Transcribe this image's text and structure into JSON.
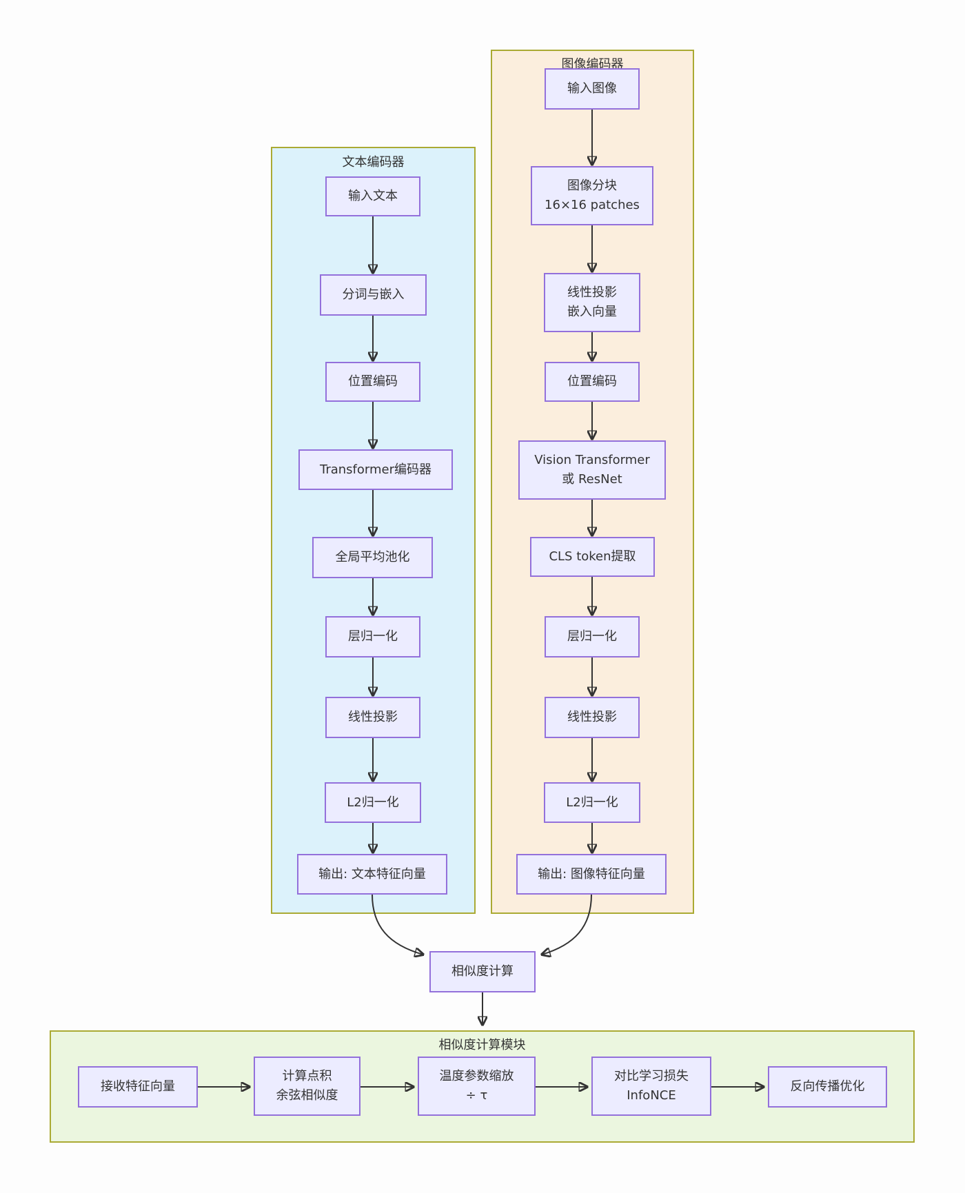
{
  "diagram_title": "CLIP dual-encoder flowchart",
  "colors": {
    "node_fill": "#ececff",
    "node_border": "#9370db",
    "container_border": "#aaaa33",
    "text_encoder_fill": "#dcf2fb",
    "image_encoder_fill": "#fbeedd",
    "similarity_module_fill": "#ebf6df",
    "arrow": "#333333",
    "text": "#333333",
    "background": "#fdfdfd"
  },
  "text_encoder": {
    "title": "文本编码器",
    "nodes": [
      {
        "label": "输入文本"
      },
      {
        "label": "分词与嵌入"
      },
      {
        "label": "位置编码"
      },
      {
        "label": "Transformer编码器"
      },
      {
        "label": "全局平均池化"
      },
      {
        "label": "层归一化"
      },
      {
        "label": "线性投影"
      },
      {
        "label": "L2归一化"
      },
      {
        "label": "输出: 文本特征向量"
      }
    ]
  },
  "image_encoder": {
    "title": "图像编码器",
    "nodes": [
      {
        "label": "输入图像"
      },
      {
        "lines": [
          "图像分块",
          "16×16 patches"
        ]
      },
      {
        "lines": [
          "线性投影",
          "嵌入向量"
        ]
      },
      {
        "label": "位置编码"
      },
      {
        "lines": [
          "Vision Transformer",
          "或 ResNet"
        ]
      },
      {
        "label": "CLS token提取"
      },
      {
        "label": "层归一化"
      },
      {
        "label": "线性投影"
      },
      {
        "label": "L2归一化"
      },
      {
        "label": "输出: 图像特征向量"
      }
    ]
  },
  "similarity_node": {
    "label": "相似度计算"
  },
  "similarity_module": {
    "title": "相似度计算模块",
    "nodes": [
      {
        "label": "接收特征向量"
      },
      {
        "lines": [
          "计算点积",
          "余弦相似度"
        ]
      },
      {
        "lines": [
          "温度参数缩放",
          "÷ τ"
        ]
      },
      {
        "lines": [
          "对比学习损失",
          "InfoNCE"
        ]
      },
      {
        "label": "反向传播优化"
      }
    ]
  }
}
